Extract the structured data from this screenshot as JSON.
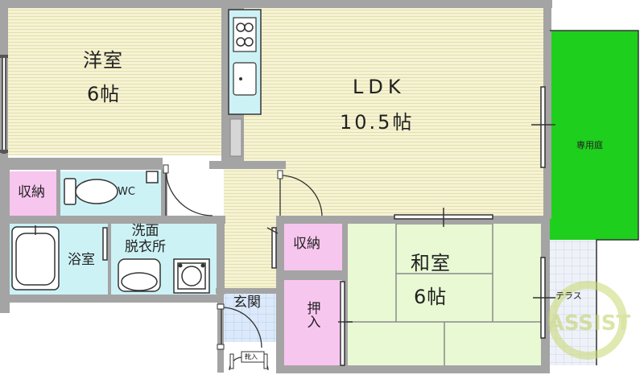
{
  "rooms": {
    "western": {
      "name": "洋室",
      "size": "6帖"
    },
    "ldk": {
      "name": "LDK",
      "size": "10.5帖"
    },
    "japanese": {
      "name": "和室",
      "size": "6帖"
    },
    "garden": {
      "name": "専用庭"
    },
    "terrace": {
      "name": "テラス"
    },
    "wc": {
      "name": "WC"
    },
    "storage_left": {
      "name": "収納"
    },
    "storage_right": {
      "name": "収納"
    },
    "oshiire": {
      "name": "押入"
    },
    "bath": {
      "name": "浴室"
    },
    "washroom": {
      "name": "洗面\n脱衣所"
    },
    "entrance": {
      "name": "玄関"
    },
    "shoe_box": {
      "name": "靴入"
    }
  },
  "watermark": {
    "text": "ASSIST"
  },
  "colors": {
    "wall": "#9e9e9e",
    "floor_stripe": "#f3f0c8",
    "garden": "#1ecf1e",
    "wet_area": "#cdf2f6",
    "closet": "#f7c6ef",
    "tatami": "#e8f9d4",
    "entrance": "#d7e7fb",
    "watermark": "#c8d870"
  }
}
